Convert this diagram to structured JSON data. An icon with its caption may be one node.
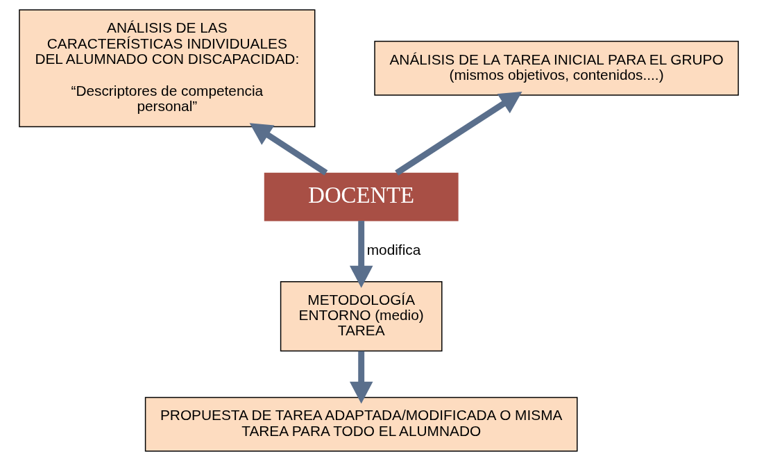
{
  "diagram": {
    "nodes": [
      {
        "text": [
          "ANÁLISIS DE LAS CARACTERÍSTICAS INDIVIDUALES DEL ALUMNADO CON DISCAPACIDAD:",
          "“Descriptores de competencia personal”"
        ]
      },
      {
        "text": [
          "ANÁLISIS DE LA TAREA INICIAL PARA EL GRUPO",
          "(mismos objetivos, contenidos....)"
        ]
      },
      {
        "text": [
          "DOCENTE"
        ]
      },
      {
        "text": [
          "METODOLOGÍA",
          "ENTORNO (medio)",
          "TAREA"
        ]
      },
      {
        "text": [
          "PROPUESTA DE TAREA ADAPTADA/MODIFICADA O MISMA TAREA PARA TODO EL ALUMNADO"
        ]
      }
    ],
    "edges": [
      {
        "from": 2,
        "to": 0,
        "arrow": "to"
      },
      {
        "from": 2,
        "to": 1,
        "arrow": "to"
      },
      {
        "from": 2,
        "to": 3,
        "arrow": "to",
        "label": "modifica"
      },
      {
        "from": 3,
        "to": 4,
        "arrow": "to"
      }
    ]
  }
}
